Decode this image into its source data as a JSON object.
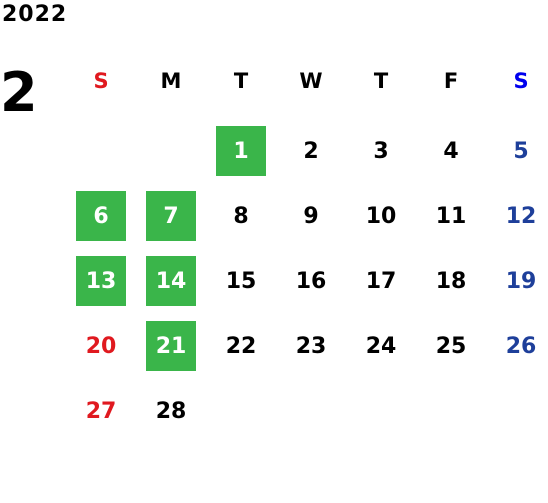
{
  "calendar": {
    "year": "2022",
    "month": "2",
    "weekdays": [
      "S",
      "M",
      "T",
      "W",
      "T",
      "F",
      "S"
    ],
    "weeks": [
      [
        "",
        "",
        "1",
        "2",
        "3",
        "4",
        "5"
      ],
      [
        "6",
        "7",
        "8",
        "9",
        "10",
        "11",
        "12"
      ],
      [
        "13",
        "14",
        "15",
        "16",
        "17",
        "18",
        "19"
      ],
      [
        "20",
        "21",
        "22",
        "23",
        "24",
        "25",
        "26"
      ],
      [
        "27",
        "28",
        "",
        "",
        "",
        "",
        ""
      ]
    ],
    "highlighted_days": [
      "1",
      "6",
      "7",
      "13",
      "14",
      "21"
    ]
  },
  "colors": {
    "sunday": "#e0191f",
    "saturday": "#1e3f9a",
    "saturday_header": "#0000ee",
    "highlight": "#3ab54a",
    "highlight_text": "#ffffff"
  }
}
